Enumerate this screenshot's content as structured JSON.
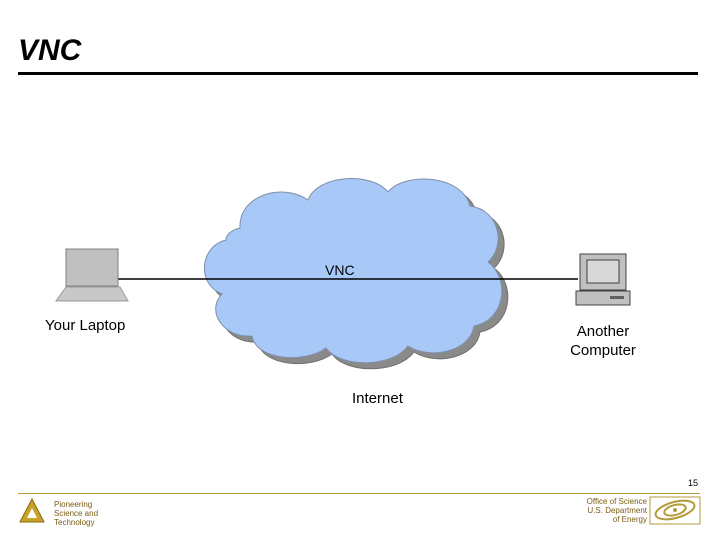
{
  "slide": {
    "title": "VNC",
    "page_number": "15"
  },
  "diagram": {
    "connection_label": "VNC",
    "cloud_label": "Internet",
    "left_node_label": "Your Laptop",
    "right_node_label_line1": "Another",
    "right_node_label_line2": "Computer",
    "cloud_color": "#a8c8f8",
    "cloud_outline": "#8a8a8a"
  },
  "footer": {
    "left_lines": [
      "Pioneering",
      "Science and",
      "Technology"
    ],
    "right_lines": [
      "Office of Science",
      "U.S. Department",
      "of Energy"
    ],
    "accent_color": "#b59a3a"
  }
}
